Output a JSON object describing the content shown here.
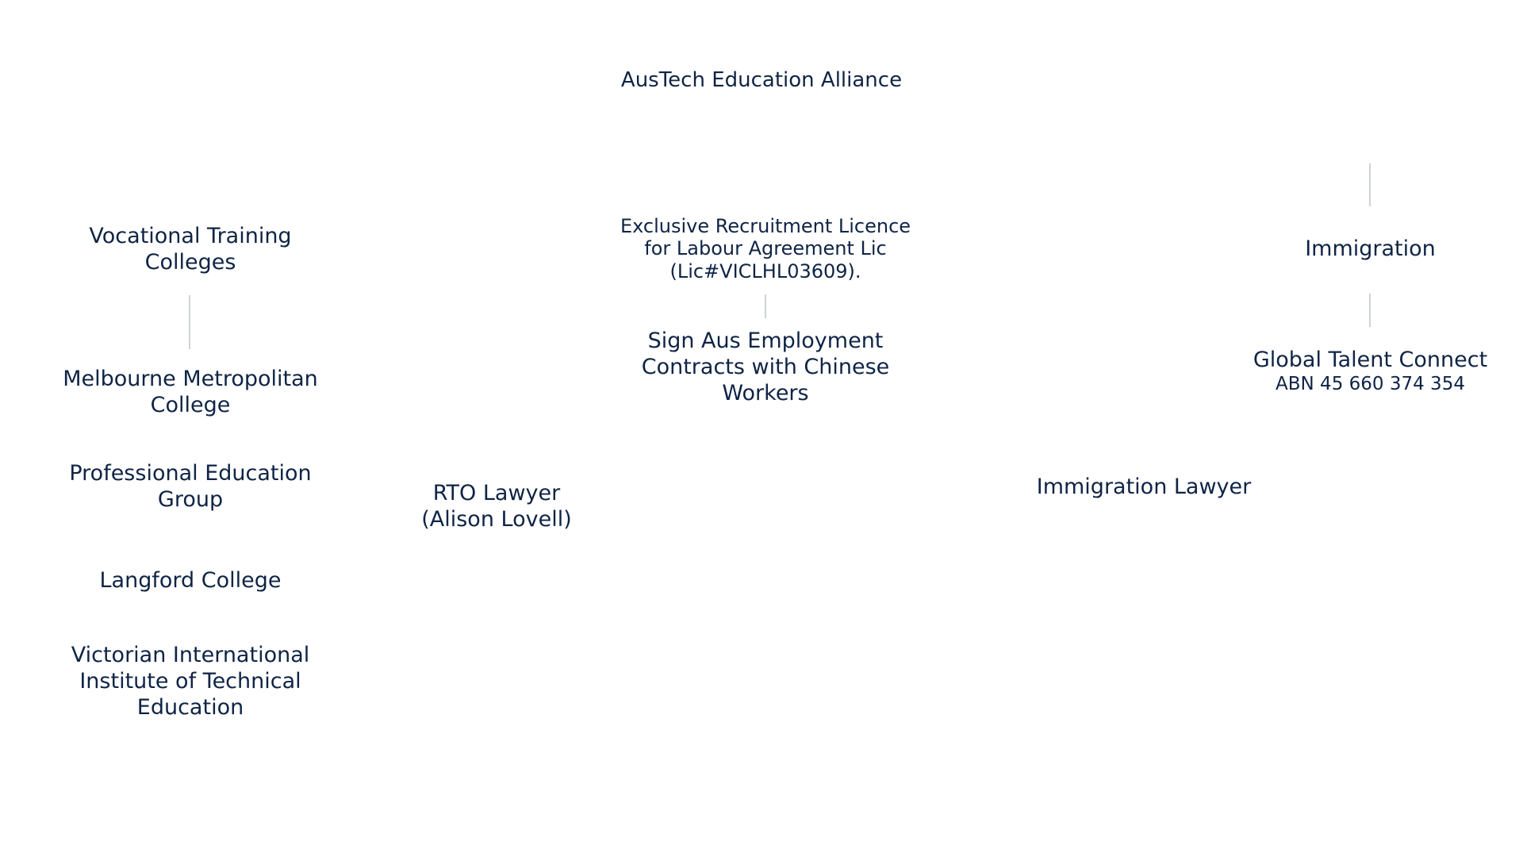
{
  "diagram": {
    "title": "AusTech Education Alliance",
    "left_column": {
      "header_line1": "Vocational Training",
      "header_line2": "Colleges",
      "items": [
        {
          "line1": "Melbourne Metropolitan",
          "line2": "College"
        },
        {
          "line1": "Professional Education",
          "line2": "Group"
        },
        {
          "line1": "Langford College"
        },
        {
          "line1": "Victorian International",
          "line2": "Institute of Technical",
          "line3": "Education"
        }
      ]
    },
    "rto_lawyer": {
      "line1": "RTO Lawyer",
      "line2": "(Alison Lovell)"
    },
    "centre": {
      "licence_line1": "Exclusive Recruitment Licence",
      "licence_line2": "for Labour Agreement Lic",
      "licence_line3": "(Lic#VICLHL03609).",
      "contracts_line1": "Sign Aus Employment",
      "contracts_line2": "Contracts with Chinese",
      "contracts_line3": "Workers"
    },
    "immigration_lawyer": "Immigration Lawyer",
    "right_column": {
      "header": "Immigration",
      "company": "Global Talent Connect",
      "abn": "ABN 45 660 374 354"
    },
    "colors": {
      "text": "#0f2445",
      "connector": "#cfd3d9",
      "background": "#ffffff"
    }
  }
}
